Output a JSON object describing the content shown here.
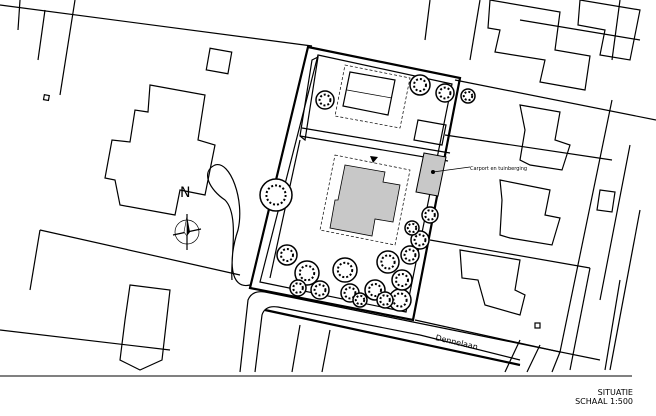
{
  "drawing": {
    "north_label": "N",
    "annotation_label": "Carport en tuinberging",
    "street_label": "Dennelaan",
    "title": "SITUATIE",
    "scale": "SCHAAL 1:500",
    "colors": {
      "line": "#000000",
      "building_fill": "#c8c8c8",
      "background": "#ffffff"
    }
  }
}
